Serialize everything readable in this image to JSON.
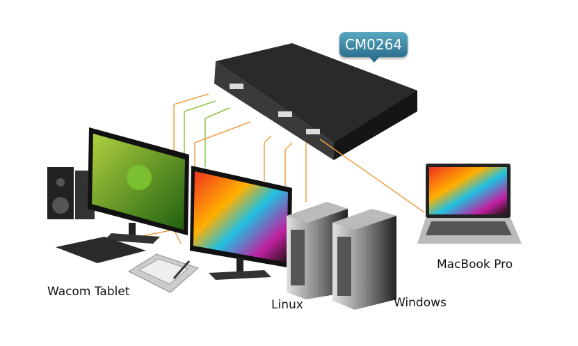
{
  "device": {
    "model": "CM0264"
  },
  "labels": {
    "tablet": "Wacom Tablet",
    "linux": "Linux",
    "windows": "Windows",
    "macbook": "MacBook Pro"
  },
  "colors": {
    "cable_orange": "#f0a040",
    "cable_green": "#90c040",
    "badge": "#3b8aa8"
  }
}
